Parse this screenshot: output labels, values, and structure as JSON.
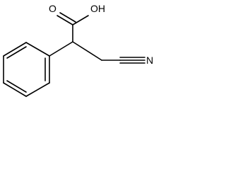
{
  "molecule": {
    "labels": {
      "oxygen_carbonyl": "O",
      "hydroxyl": "OH",
      "nitrile_nitrogen": "N"
    },
    "bond_color": "#000000",
    "background_color": "#ffffff"
  }
}
